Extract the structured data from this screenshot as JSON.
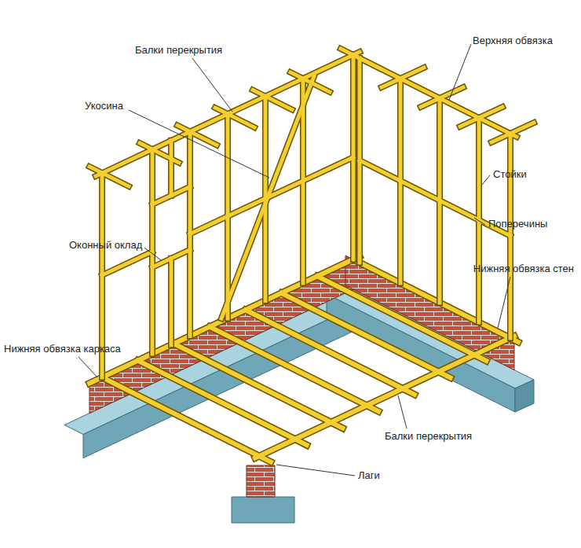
{
  "diagram": {
    "labels": [
      "Балки перекрытия",
      "Верхняя обвязка",
      "Укосина",
      "Стойки",
      "Поперечины",
      "Оконный оклад",
      "Нижняя обвязка стен",
      "Нижняя обвязка каркаса",
      "Балки перекрытия",
      "Лаги"
    ]
  }
}
